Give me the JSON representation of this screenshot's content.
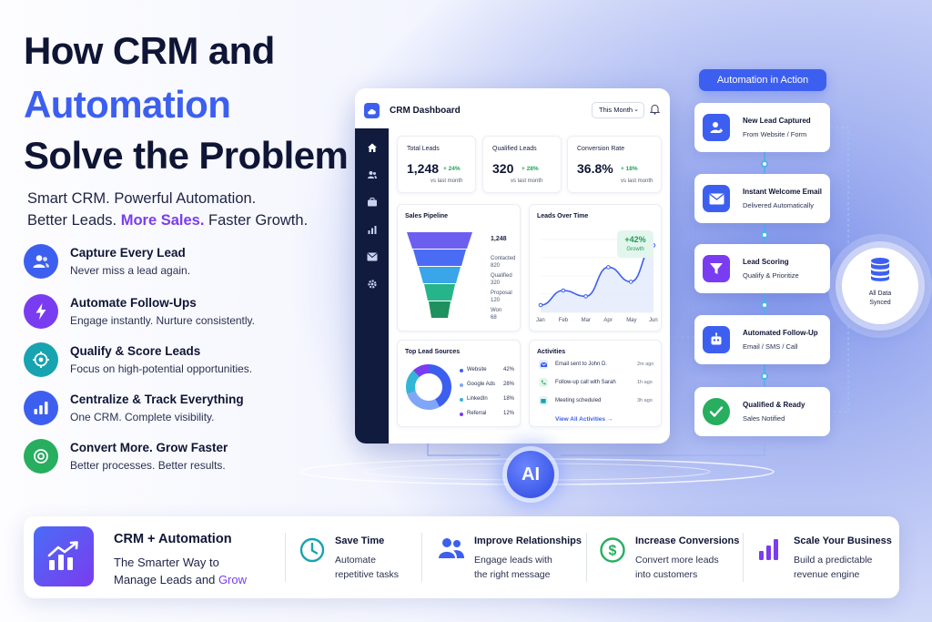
{
  "headline": {
    "line1": "How CRM and",
    "line2": "Automation",
    "line3": "Solve the Problem"
  },
  "subheadline": {
    "line1": "Smart CRM. Powerful Automation.",
    "line2_a": "Better Leads. ",
    "line2_b": "More Sales.",
    "line2_c": " Faster Growth."
  },
  "features": [
    {
      "title": "Capture Every Lead",
      "desc": "Never miss a lead again.",
      "icon": "users-icon",
      "color": "#3d5ff0"
    },
    {
      "title": "Automate Follow-Ups",
      "desc": "Engage instantly. Nurture consistently.",
      "icon": "lightning-icon",
      "color": "#7a3cf0"
    },
    {
      "title": "Qualify & Score Leads",
      "desc": "Focus on high-potential opportunities.",
      "icon": "target-icon",
      "color": "#18a3b0"
    },
    {
      "title": "Centralize & Track Everything",
      "desc": "One CRM. Complete visibility.",
      "icon": "bar-chart-icon",
      "color": "#3d5ff0"
    },
    {
      "title": "Convert More. Grow Faster",
      "desc": "Better processes. Better results.",
      "icon": "target-check-icon",
      "color": "#27ae5f"
    }
  ],
  "dashboard": {
    "title": "CRM Dashboard",
    "period": "This Month",
    "kpis": [
      {
        "label": "Total Leads",
        "value": "1,248",
        "delta": "+ 24%",
        "sub": "vs last month"
      },
      {
        "label": "Qualified Leads",
        "value": "320",
        "delta": "+ 28%",
        "sub": "vs last month"
      },
      {
        "label": "Conversion Rate",
        "value": "36.8%",
        "delta": "+ 18%",
        "sub": "vs last month"
      }
    ],
    "pipeline": {
      "title": "Sales Pipeline",
      "stages": [
        {
          "label": "1,248",
          "sub": ""
        },
        {
          "label": "Contacted",
          "sub": "820"
        },
        {
          "label": "Qualified",
          "sub": "320"
        },
        {
          "label": "Proposal",
          "sub": "120"
        },
        {
          "label": "Won",
          "sub": "68"
        }
      ]
    },
    "lead_sources": {
      "title": "Top Lead Sources",
      "items": [
        {
          "name": "Website",
          "pct": "42%",
          "value": 42,
          "color": "#3d5ff0"
        },
        {
          "name": "Google Ads",
          "pct": "28%",
          "value": 28,
          "color": "#7fa6f7"
        },
        {
          "name": "LinkedIn",
          "pct": "18%",
          "value": 18,
          "color": "#33b5d6"
        },
        {
          "name": "Referral",
          "pct": "12%",
          "value": 12,
          "color": "#7a3cf0"
        }
      ]
    },
    "activities": {
      "title": "Activities",
      "items": [
        {
          "text": "Email sent to John D.",
          "time": "2m ago",
          "color": "#3d5ff0"
        },
        {
          "text": "Follow-up call with Sarah",
          "time": "1h ago",
          "color": "#27ae5f"
        },
        {
          "text": "Meeting scheduled",
          "time": "3h ago",
          "color": "#18a3b0"
        }
      ],
      "link": "View All Activities →"
    }
  },
  "chart_data": {
    "type": "line",
    "title": "Leads Over Time",
    "categories": [
      "Jan",
      "Feb",
      "Mar",
      "Apr",
      "May",
      "Jun"
    ],
    "values": [
      10,
      30,
      22,
      62,
      42,
      92
    ],
    "ylim": [
      0,
      100
    ],
    "annotation": {
      "value": "+42%",
      "label": "Growth"
    },
    "grid": true,
    "color": "#3d5ff0"
  },
  "automation": {
    "badge": "Automation in Action",
    "steps": [
      {
        "title": "New Lead Captured",
        "desc": "From Website / Form",
        "icon": "user-plus-icon",
        "color": "#3d5ff0"
      },
      {
        "title": "Instant Welcome Email",
        "desc": "Delivered Automatically",
        "icon": "mail-icon",
        "color": "#3d5ff0"
      },
      {
        "title": "Lead Scoring",
        "desc": "Qualify & Prioritize",
        "icon": "filter-icon",
        "color": "#7a3cf0"
      },
      {
        "title": "Automated Follow-Up",
        "desc": "Email / SMS / Call",
        "icon": "robot-icon",
        "color": "#3d5ff0"
      },
      {
        "title": "Qualified & Ready",
        "desc": "Sales Notified",
        "icon": "check-icon",
        "color": "#27ae5f"
      }
    ],
    "sync_line1": "All Data",
    "sync_line2": "Synced",
    "ai_label": "AI"
  },
  "banner": {
    "title": "CRM + Automation",
    "sub_line1": "The Smarter Way to",
    "sub_line2_a": "Manage Leads and ",
    "sub_line2_b": "Grow",
    "benefits": [
      {
        "title": "Save Time",
        "line1": "Automate",
        "line2": "repetitive tasks",
        "icon": "clock-icon",
        "color": "#18a3b0"
      },
      {
        "title": "Improve Relationships",
        "line1": "Engage leads with",
        "line2": "the right message",
        "icon": "people-icon",
        "color": "#3d5ff0"
      },
      {
        "title": "Increase Conversions",
        "line1": "Convert more leads",
        "line2": "into customers",
        "icon": "dollar-icon",
        "color": "#27ae5f"
      },
      {
        "title": "Scale Your Business",
        "line1": "Build a predictable",
        "line2": "revenue engine",
        "icon": "bars-icon",
        "color": "#7a3cf0"
      }
    ]
  }
}
